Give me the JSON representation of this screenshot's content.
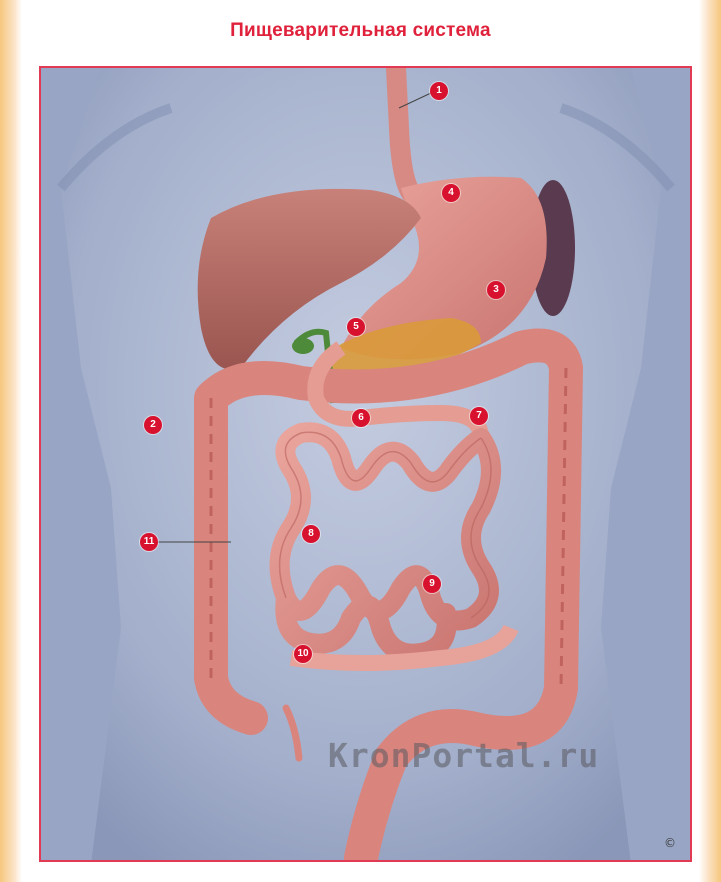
{
  "title": "Пищеварительная система",
  "markers": [
    "1",
    "2",
    "3",
    "4",
    "5",
    "6",
    "7",
    "8",
    "9",
    "10",
    "11"
  ],
  "watermark": "KronPortal.ru",
  "copyright_symbol": "©",
  "colors": {
    "title": "#e0213b",
    "frame_border": "#e23a55",
    "marker": "#d8122e",
    "background_body": "#a9b4cf",
    "organ_pink": "#d98a83",
    "liver": "#b56a63",
    "spleen": "#5a3a4e",
    "pancreas": "#d99a3a",
    "gallbladder": "#4d8a3a"
  }
}
